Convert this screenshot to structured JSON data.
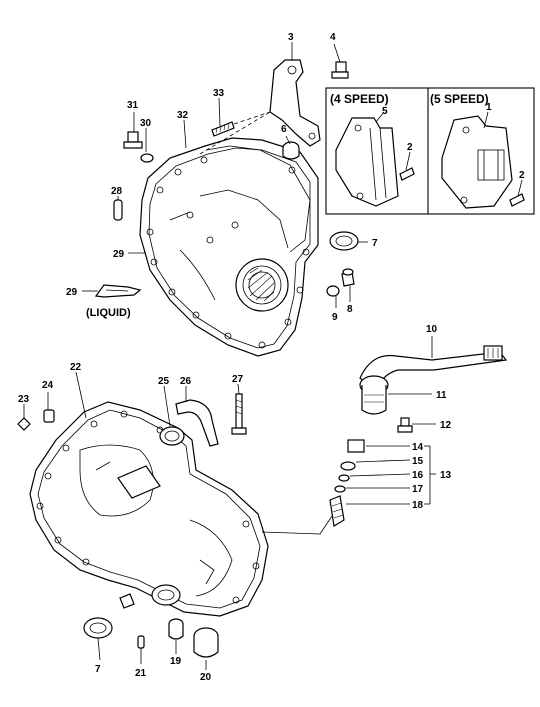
{
  "callouts": {
    "c1": "1",
    "c2a": "2",
    "c2b": "2",
    "c3": "3",
    "c4": "4",
    "c5": "5",
    "c6": "6",
    "c7a": "7",
    "c7b": "7",
    "c8": "8",
    "c9": "9",
    "c10": "10",
    "c11": "11",
    "c12": "12",
    "c13": "13",
    "c14": "14",
    "c15": "15",
    "c16": "16",
    "c17": "17",
    "c18": "18",
    "c19": "19",
    "c20": "20",
    "c21": "21",
    "c22": "22",
    "c23": "23",
    "c24": "24",
    "c25": "25",
    "c26": "26",
    "c27": "27",
    "c28": "28",
    "c29a": "29",
    "c29b": "29",
    "c30": "30",
    "c31": "31",
    "c32": "32",
    "c33": "33"
  },
  "boxes": {
    "four_speed": "(4  SPEED)",
    "five_speed": "(5  SPEED)"
  },
  "notes": {
    "liquid": "(LIQUID)"
  }
}
